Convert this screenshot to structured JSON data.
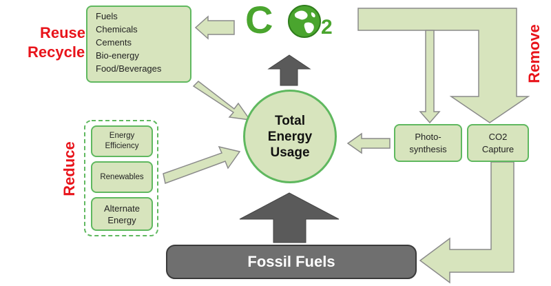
{
  "co2_logo": {
    "letter_c": "C",
    "letter_o_globe": "globe-icon",
    "subscript": "2"
  },
  "labels": {
    "reuse": "Reuse",
    "recycle": "Recycle",
    "reduce": "Reduce",
    "remove": "Remove"
  },
  "reuse_box": {
    "items": [
      "Fuels",
      "Chemicals",
      "Cements",
      "Bio-energy",
      "Food/Beverages"
    ]
  },
  "reduce_group": {
    "items": [
      "Energy Efficiency",
      "Renewables",
      "Alternate Energy"
    ]
  },
  "center": {
    "lines": [
      "Total",
      "Energy",
      "Usage"
    ]
  },
  "photosynthesis": {
    "line1": "Photo-",
    "line2": "synthesis"
  },
  "co2_capture": {
    "line1": "CO2",
    "line2": "Capture"
  },
  "fossil_fuels": {
    "label": "Fossil Fuels"
  },
  "colors": {
    "box_fill": "#d7e4bd",
    "box_border": "#5fb85f",
    "label_red": "#e8141b",
    "dark_arrow": "#5a5a5a",
    "logo_green": "#4aa52e"
  }
}
